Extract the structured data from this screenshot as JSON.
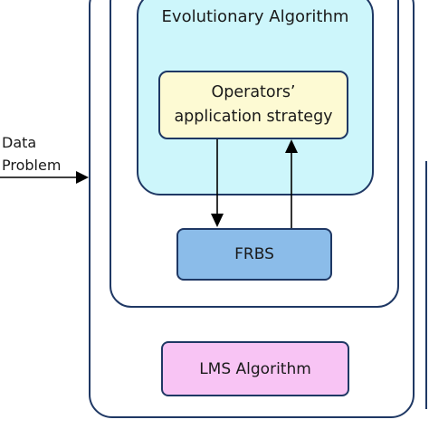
{
  "diagram": {
    "input_label_line1": "Data",
    "input_label_line2": "Problem",
    "ea_title": "Evolutionary Algorithm",
    "operators_line1": "Operators’",
    "operators_line2": "application strategy",
    "frbs_label": "FRBS",
    "lms_label": "LMS Algorithm"
  },
  "colors": {
    "border": "#1f3864",
    "ea_fill": "#cdf6fb",
    "operators_fill": "#fdfad3",
    "frbs_fill": "#8bbce9",
    "lms_fill": "#f8c4f4"
  }
}
